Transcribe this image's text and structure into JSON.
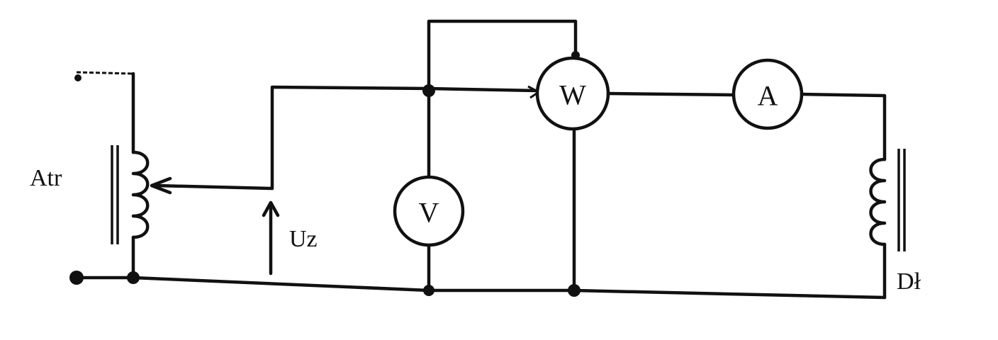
{
  "labels": {
    "autotransformer": "Atr",
    "voltage_arrow": "Uz",
    "inductor": "Dł"
  },
  "meters": {
    "voltmeter": "V",
    "wattmeter": "W",
    "ammeter": "A"
  }
}
